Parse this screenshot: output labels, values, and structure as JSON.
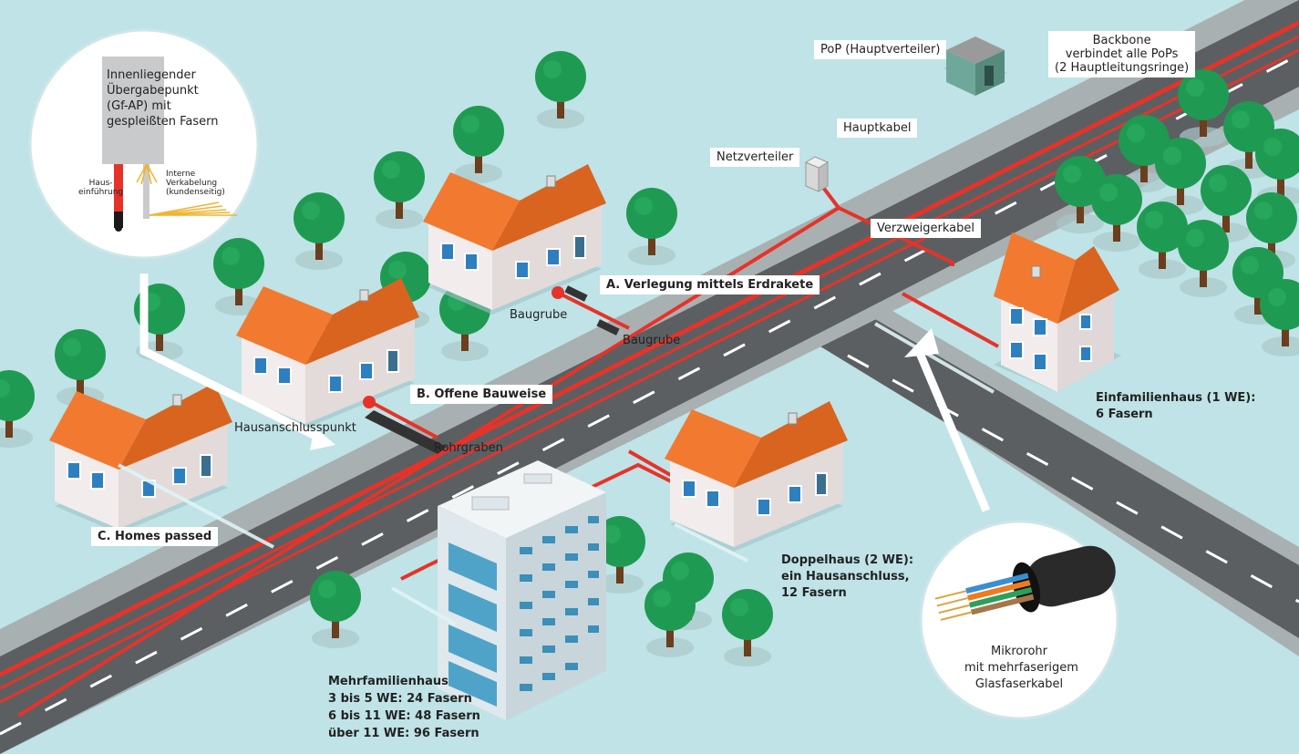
{
  "labels": {
    "pop": "PoP (Hauptverteiler)",
    "backbone": [
      "Backbone",
      "verbindet alle PoPs",
      "(2 Hauptleitungsringe)"
    ],
    "hauptkabel": "Hauptkabel",
    "netzverteiler": "Netzverteiler",
    "verzweigerkabel": "Verzweigerkabel",
    "erdrakete": "A. Verlegung mittels Erdrakete",
    "offene_bauweise": "B. Offene Bauweise",
    "homes_passed": "C. Homes passed",
    "baugrube": "Baugrube",
    "rohrgraben": "Rohrgraben",
    "hausanschlusspunkt": "Hausanschlusspunkt",
    "uebergabepunkt": [
      "Innenliegender",
      "Übergabepunkt",
      "(Gf-AP) mit",
      "gespleißten Fasern"
    ],
    "hauseinfuehrung": [
      "Haus-",
      "einführung"
    ],
    "interne_verkabelung": [
      "Interne",
      "Verkabelung",
      "(kundenseitig)"
    ],
    "einfamilienhaus": [
      "Einfamilienhaus (1 WE):",
      "6 Fasern"
    ],
    "doppelhaus": [
      "Doppelhaus (2 WE):",
      "ein Hausanschluss,",
      "12 Fasern"
    ],
    "mehrfamilienhaus": [
      "Mehrfamilienhaus",
      "3 bis 5 WE: 24 Fasern",
      "6 bis 11 WE: 48 Fasern",
      "über 11 WE: 96 Fasern"
    ],
    "mikrorohr": [
      "Mikrorohr",
      "mit mehrfaserigem",
      "Glasfaserkabel"
    ]
  },
  "colors": {
    "background": "#bfe3e6",
    "road": "#5b5f62",
    "sidewalk": "#a9b0b2",
    "cable": "#e63329",
    "roof": "#f27a30",
    "tree": "#1f9a52",
    "house_wall": "#f3ecec",
    "window": "#2e7fbf"
  }
}
